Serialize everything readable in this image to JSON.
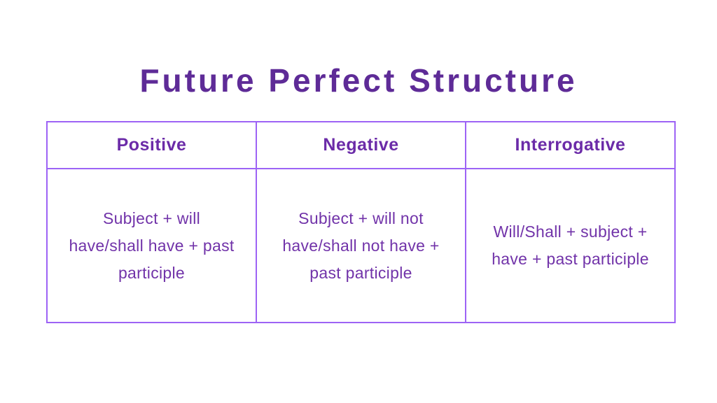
{
  "page": {
    "title": "Future Perfect Structure"
  },
  "colors": {
    "title": "#5E2B97",
    "header_text": "#6B2BA8",
    "cell_text": "#7133A9",
    "table_border": "#9D63F5",
    "background": "#FFFFFF"
  },
  "table": {
    "headers": [
      "Positive",
      "Negative",
      "Interrogative"
    ],
    "rows": [
      [
        "Subject + will have/shall have + past participle",
        "Subject + will not have/shall not have + past participle",
        "Will/Shall + subject + have + past participle"
      ]
    ]
  }
}
